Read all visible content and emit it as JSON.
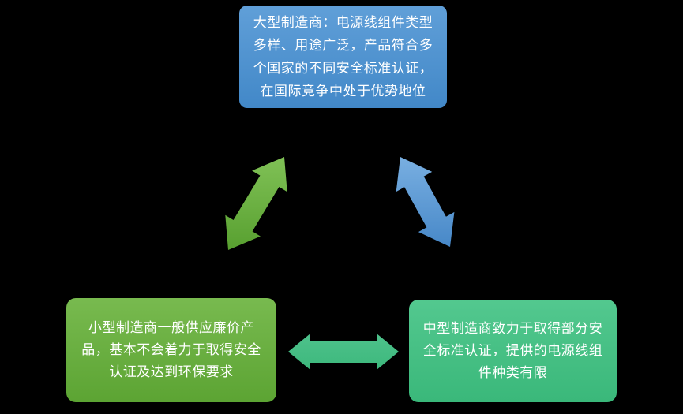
{
  "diagram": {
    "background_color": "#000000",
    "text_color": "#FFFFFF",
    "nodes": {
      "large": {
        "label": "大型制造商：电源线组件类型多样、用途广泛，产品符合多个国家的不同安全标准认证，在国际竞争中处于优势地位",
        "color_top": "#609FD8",
        "color_bottom": "#4288C8"
      },
      "small": {
        "label": "小型制造商一般供应廉价产品，基本不会着力于取得安全认证及达到环保要求",
        "color_top": "#78BA4F",
        "color_bottom": "#5CA433"
      },
      "medium": {
        "label": "中型制造商致力于取得部分安全标准认证，提供的电源线组件种类有限",
        "color_top": "#53C88F",
        "color_bottom": "#3AB87A"
      }
    },
    "arrows": {
      "large_small": {
        "color_light": "#80C156",
        "color_dark": "#58A030"
      },
      "large_medium": {
        "color_light": "#79AFE1",
        "color_dark": "#4788C8"
      },
      "small_medium": {
        "color_light": "#4EC28C",
        "color_dark": "#3DB87C"
      }
    }
  }
}
